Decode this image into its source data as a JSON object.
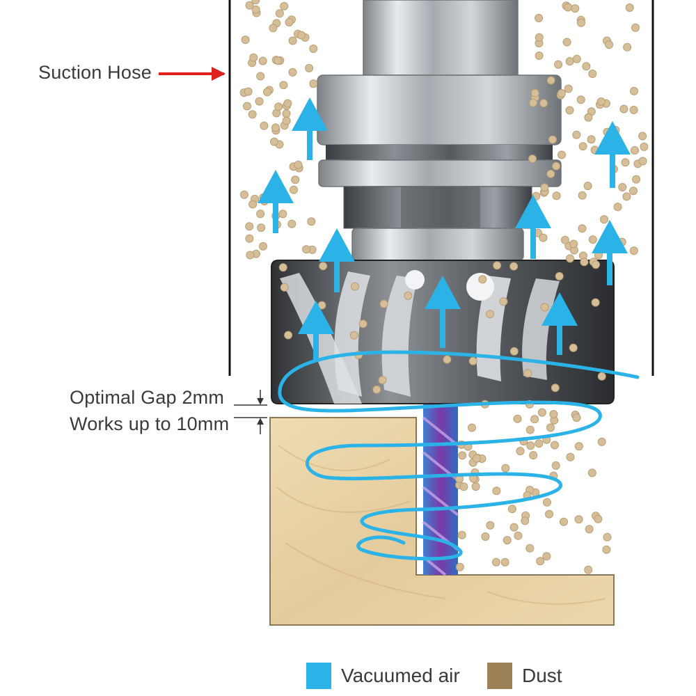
{
  "labels": {
    "suction_hose": "Suction Hose",
    "gap_optimal": "Optimal Gap 2mm",
    "gap_max": "Works up to 10mm"
  },
  "legend": [
    {
      "label": "Vacuumed air",
      "color": "#2bb3e8"
    },
    {
      "label": "Dust",
      "color": "#9c8157"
    }
  ],
  "colors": {
    "air": "#2bb3e8",
    "dust": "#d6bf98",
    "dust_edge": "#b89e75",
    "pointer_arrow": "#e0201f",
    "wood": "#e8d3a8",
    "tool_body": "#b9bec3",
    "cutter_head": "#4a4c50",
    "bit": "#6a3fa0"
  },
  "icons": {
    "pointer": "red-arrow-icon",
    "air_flow": "up-arrow-icon",
    "dust": "dust-particle-icon"
  }
}
